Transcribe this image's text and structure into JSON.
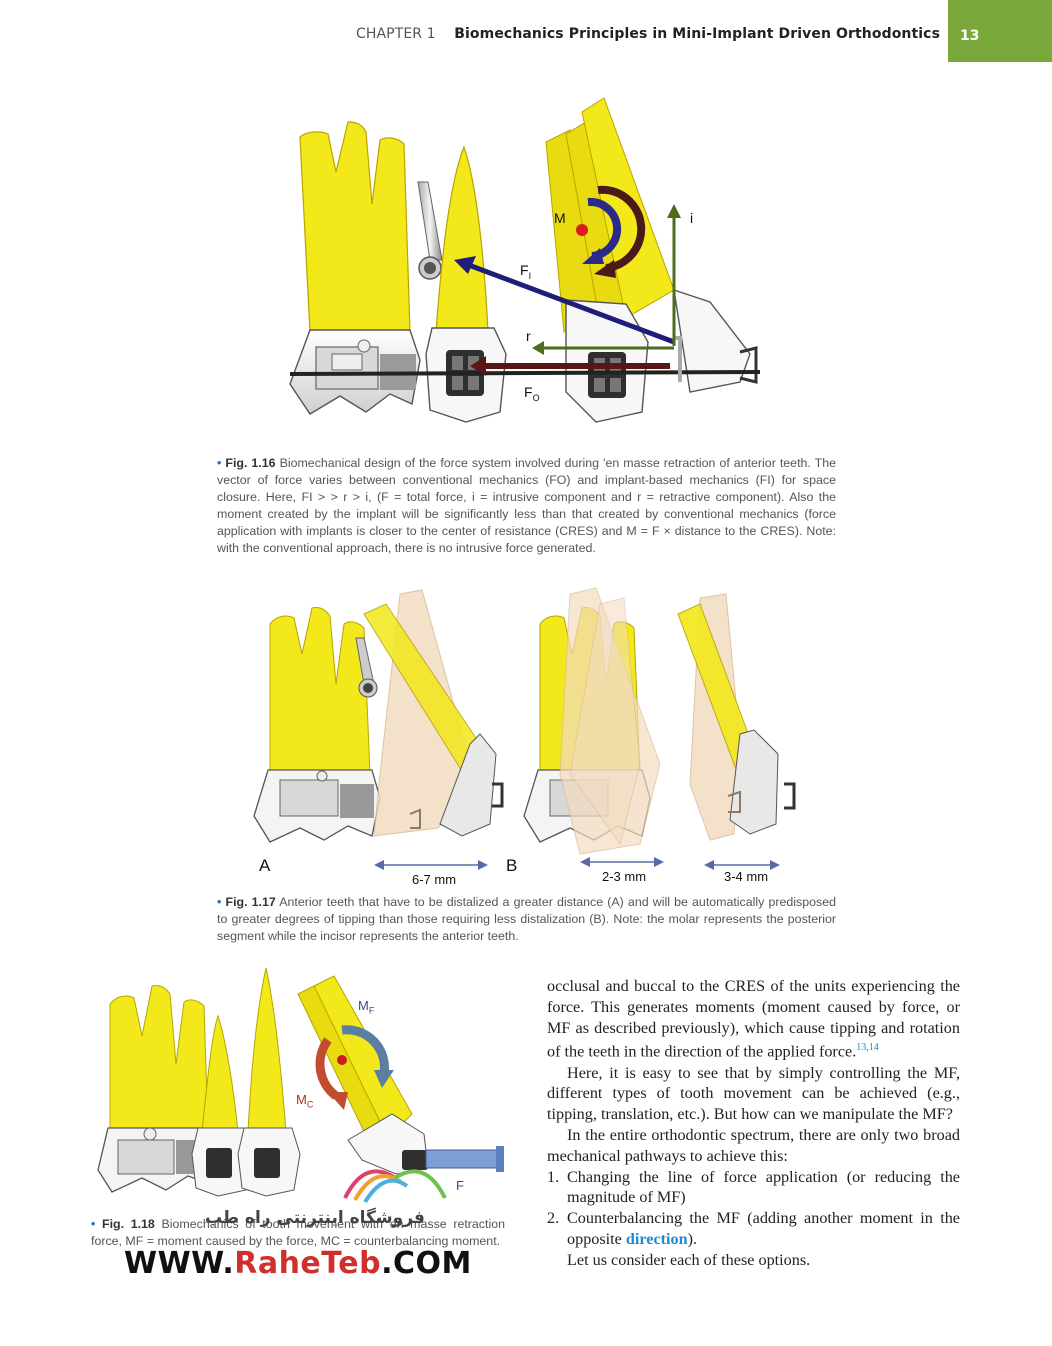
{
  "header": {
    "chapter": "CHAPTER 1",
    "title": "Biomechanics Principles in Mini-Implant Driven Orthodontics",
    "page_number": "13",
    "accent_color": "#7aa73a"
  },
  "fig116": {
    "labels": {
      "M": "M",
      "i": "i",
      "Fi": "F",
      "Fi_sub": "I",
      "r": "r",
      "Fo": "F",
      "Fo_sub": "O"
    },
    "caption": {
      "number": "Fig. 1.16",
      "text": "Biomechanical design of the force system involved during 'en masse retraction of anterior teeth. The vector of force varies between conventional mechanics (FO) and implant-based mechanics (FI) for space closure. Here, FI > > r > i, (F = total force, i = intrusive component and r = retractive component). Also the moment created by the implant will be significantly less than that created by conventional mechanics (force application with implants is closer to the center of resistance (CRES) and M = F × distance to the CRES). Note: with the conventional approach, there is no intrusive force generated."
    }
  },
  "fig117": {
    "labels": {
      "A": "A",
      "B": "B",
      "dist_a": "6-7 mm",
      "dist_b1": "2-3 mm",
      "dist_b2": "3-4 mm"
    },
    "caption": {
      "number": "Fig. 1.17",
      "text": "Anterior teeth that have to be distalized a greater distance (A) and will be automatically predisposed to greater degrees of tipping than those requiring less distalization (B). Note: the molar represents the posterior segment while the incisor represents the anterior teeth."
    }
  },
  "fig118": {
    "labels": {
      "MF": "M",
      "MF_sub": "F",
      "MC": "M",
      "MC_sub": "C",
      "F": "F"
    },
    "caption": {
      "number": "Fig. 1.18",
      "text": "Biomechanics of tooth movement with en masse retraction force, MF = moment caused by the force, MC = counterbalancing moment."
    }
  },
  "body": {
    "p1": "occlusal and buccal to the CRES of the units experiencing the force. This generates moments (moment caused by force, or MF as described previously), which cause tipping and rotation of the teeth in the direction of the applied force.",
    "p1_ref": "13,14",
    "p2": "Here, it is easy to see that by simply controlling the MF, different types of tooth movement can be achieved (e.g., tipping, translation, etc.). But how can we manipulate the MF?",
    "p3": "In the entire orthodontic spectrum, there are only two broad mechanical pathways to achieve this:",
    "list": [
      {
        "num": "1.",
        "text": "Changing the line of force application (or reducing the magnitude of MF)"
      },
      {
        "num": "2.",
        "text_before": "Counterbalancing the MF (adding another moment in the opposite ",
        "keyword": "direction",
        "text_after": ")."
      }
    ],
    "p4": "Let us consider each of these options."
  },
  "watermark": {
    "text_black": "WWW.",
    "text_red": "RaheTeb",
    "text_black2": ".COM",
    "persian": "فروشگاه اینترنتی راه طب"
  }
}
